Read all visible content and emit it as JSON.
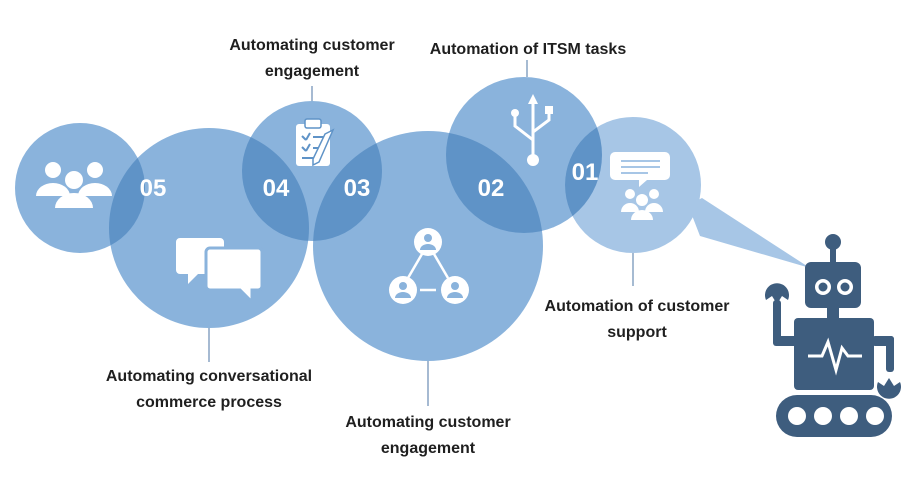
{
  "colors": {
    "bubble_dark": "#8ab3dc",
    "bubble_light": "#a7c6e6",
    "overlap": "#5f93c7",
    "icon": "#ffffff",
    "robot": "#3e5d7e",
    "leader_line": "#6a8db3",
    "text": "#1f1f1f"
  },
  "steps": [
    {
      "number": "01",
      "icon": "speech-bubble-audience-icon",
      "label_lines": [
        "Automation of customer",
        "support"
      ]
    },
    {
      "number": "02",
      "icon": "usb-symbol-icon",
      "label_lines": [
        "Automation of ITSM tasks"
      ]
    },
    {
      "number": "03",
      "icon": "connected-people-network-icon",
      "label_lines": [
        "Automating customer",
        "engagement"
      ]
    },
    {
      "number": "04",
      "icon": "clipboard-checklist-icon",
      "label_lines": [
        "Automating customer",
        "engagement"
      ]
    },
    {
      "number": "05",
      "icon": "chat-bubbles-icon",
      "label_lines": [
        "Automating conversational",
        "commerce process"
      ]
    }
  ],
  "extra_icons": [
    "user-group-icon",
    "robot-icon"
  ]
}
